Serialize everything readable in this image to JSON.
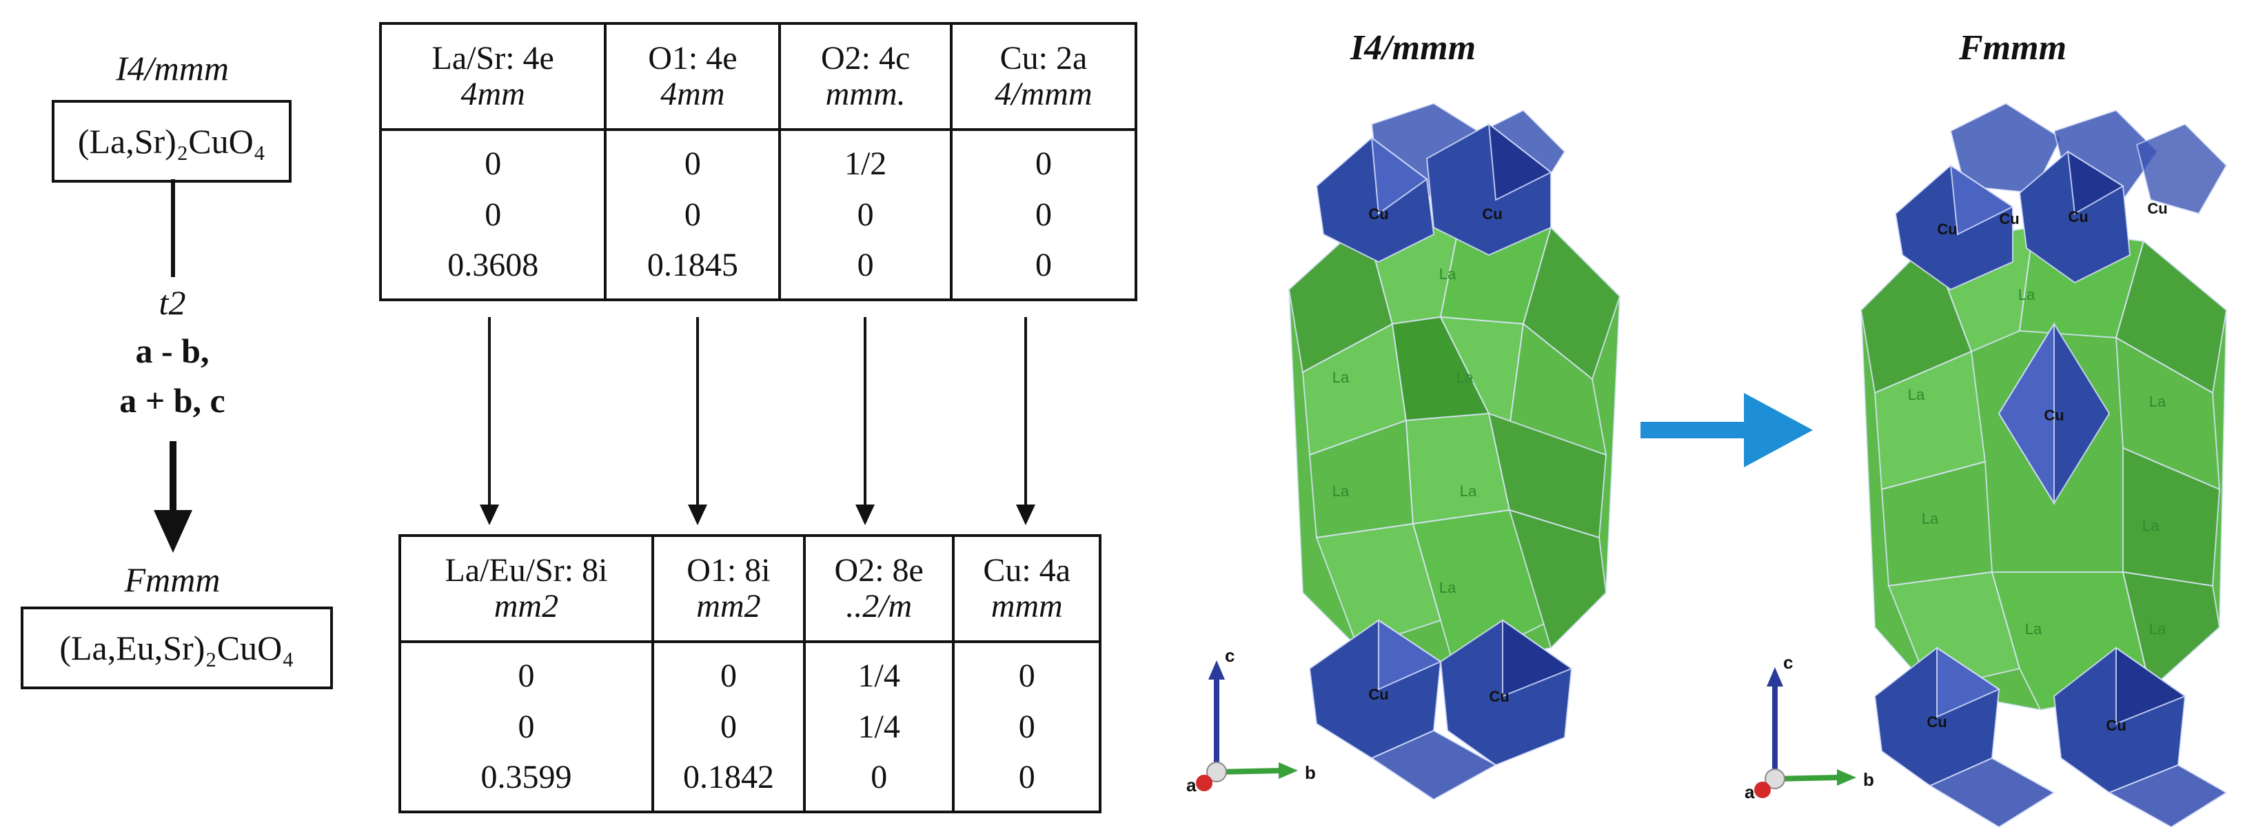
{
  "left_flow": {
    "top_space_group": "I4/mmm",
    "top_formula": "(La,Sr)₂CuO₄",
    "transform_name": "t2",
    "transform_line1": "a - b,",
    "transform_line2": "a + b, c",
    "bottom_space_group": "Fmmm",
    "bottom_formula": "(La,Eu,Sr)₂CuO₄"
  },
  "top_table": {
    "headers": [
      {
        "site": "La/Sr: 4e",
        "symmetry": "4mm"
      },
      {
        "site": "O1: 4e",
        "symmetry": "4mm"
      },
      {
        "site": "O2: 4c",
        "symmetry": "mmm."
      },
      {
        "site": "Cu: 2a",
        "symmetry": "4/mmm"
      }
    ],
    "rows": [
      [
        "0",
        "0",
        "1/2",
        "0"
      ],
      [
        "0",
        "0",
        "0",
        "0"
      ],
      [
        "0.3608",
        "0.1845",
        "0",
        "0"
      ]
    ]
  },
  "bottom_table": {
    "headers": [
      {
        "site": "La/Eu/Sr: 8i",
        "symmetry": "mm2"
      },
      {
        "site": "O1: 8i",
        "symmetry": "mm2"
      },
      {
        "site": "O2: 8e",
        "symmetry": "..2/m"
      },
      {
        "site": "Cu: 4a",
        "symmetry": "mmm"
      }
    ],
    "rows": [
      [
        "0",
        "0",
        "1/4",
        "0"
      ],
      [
        "0",
        "0",
        "1/4",
        "0"
      ],
      [
        "0.3599",
        "0.1842",
        "0",
        "0"
      ]
    ]
  },
  "structures": {
    "left_title": "I4/mmm",
    "right_title": "Fmmm",
    "cu_label": "Cu",
    "la_label": "La",
    "axis_a": "a",
    "axis_b": "b",
    "axis_c": "c"
  },
  "colors": {
    "cu_polyhedra": "#2f4aa5",
    "la_polyhedra": "#4caf3c",
    "transition_arrow": "#1e8fd6",
    "axis_c": "#2a3a9a",
    "axis_b": "#3aa03a",
    "axis_a": "#d42a2a"
  }
}
